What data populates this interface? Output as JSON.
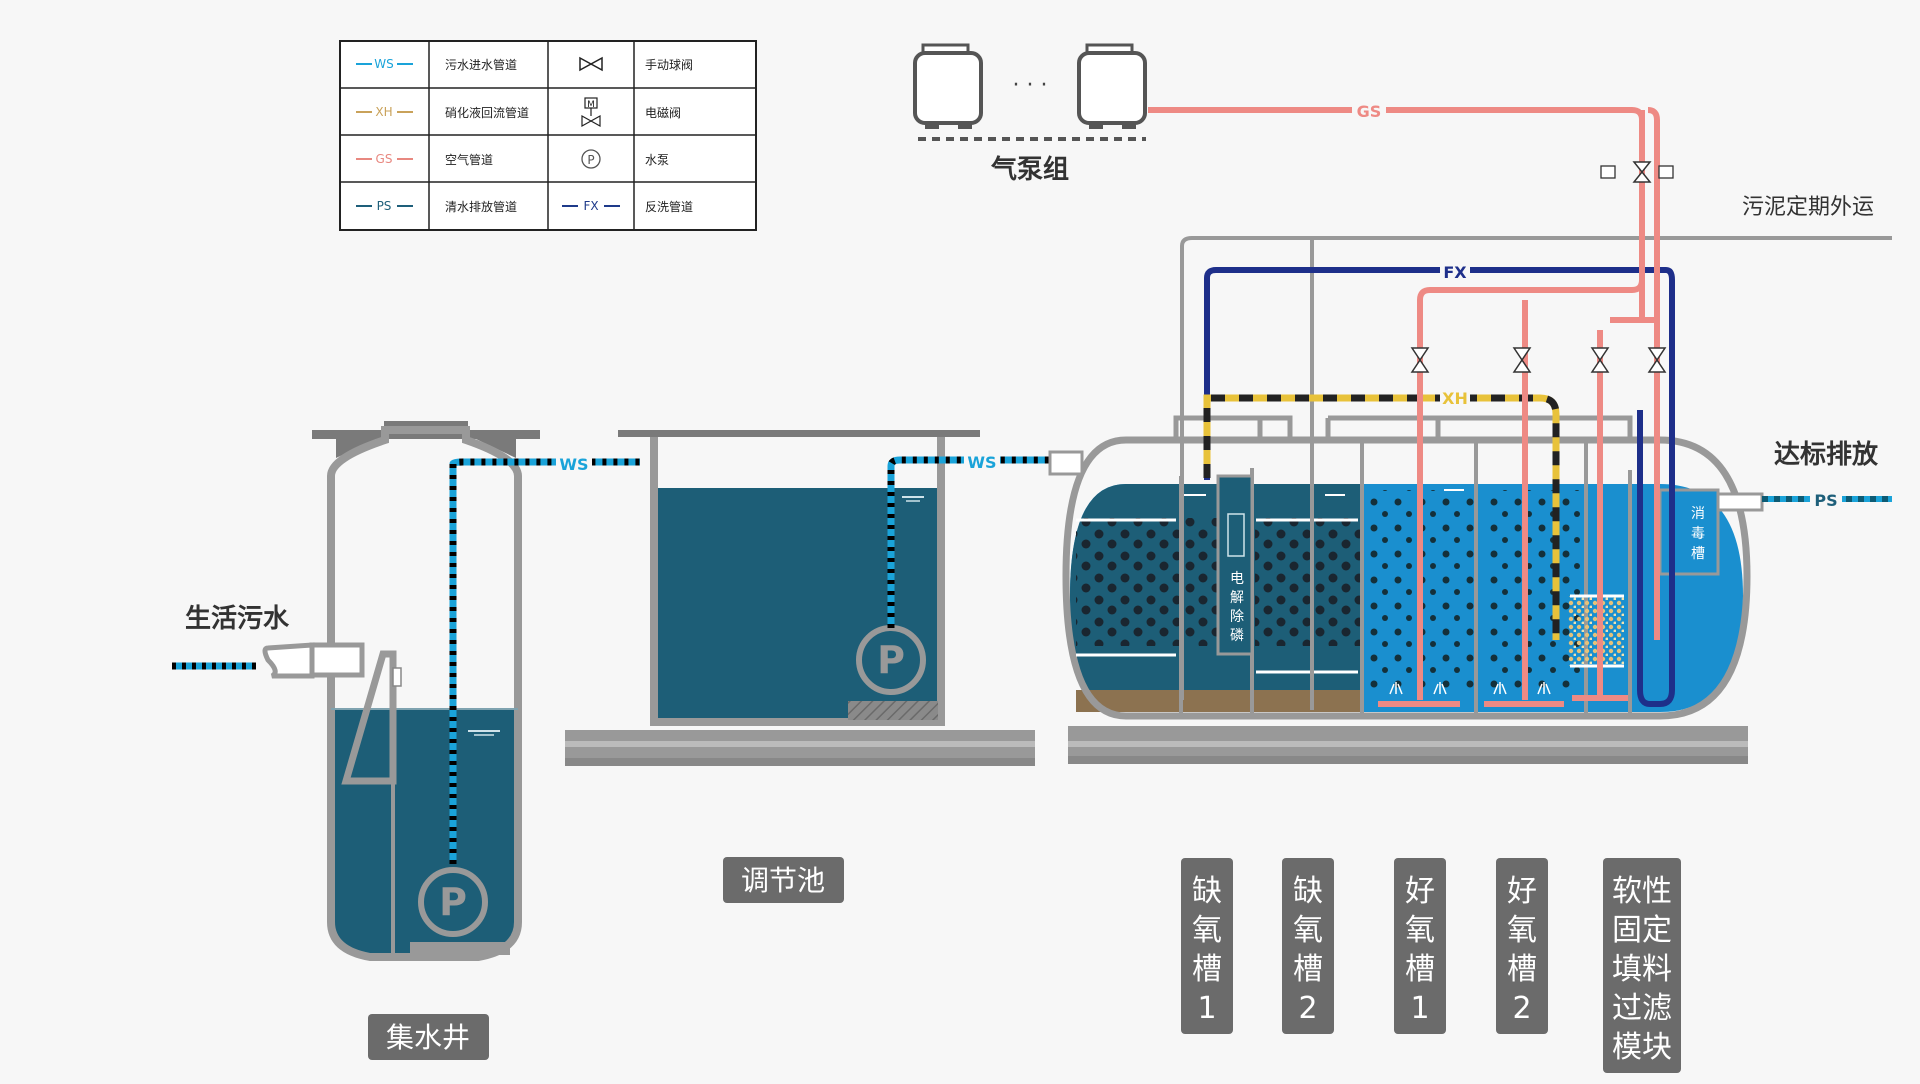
{
  "legend": {
    "rows": [
      {
        "code": "WS",
        "code_color": "#1aa3d9",
        "name": "污水进水管道",
        "sym": "manual-ball-valve",
        "sym_name": "手动球阀"
      },
      {
        "code": "XH",
        "code_color": "#c9a25a",
        "name": "硝化液回流管道",
        "sym": "solenoid-valve",
        "sym_name": "电磁阀"
      },
      {
        "code": "GS",
        "code_color": "#e88880",
        "name": "空气管道",
        "sym": "water-pump",
        "sym_name": "水泵"
      },
      {
        "code": "PS",
        "code_color": "#1e5f7a",
        "name": "清水排放管道",
        "sym": "backwash-pipe",
        "sym_code": "FX",
        "sym_code_color": "#1e3a8a",
        "sym_name": "反洗管道"
      }
    ],
    "pump_symbol": "P",
    "solenoid_symbol": "M"
  },
  "labels": {
    "air_pump_group": "气泵组",
    "sludge": "污泥定期外运",
    "domestic_sewage": "生活污水",
    "discharge": "达标排放",
    "collection_well": "集水井",
    "regulating_pool": "调节池",
    "electro_phosphorus": "电解除磷",
    "disinfection": "消毒槽",
    "ellipsis": "· · ·",
    "pump_letter": "P"
  },
  "pipe_tags": {
    "ws": "WS",
    "gs": "GS",
    "fx": "FX",
    "xh": "XH",
    "ps": "PS"
  },
  "tanks": [
    {
      "id": "anoxic-1",
      "text": "缺氧槽1"
    },
    {
      "id": "anoxic-2",
      "text": "缺氧槽2"
    },
    {
      "id": "aerobic-1",
      "text": "好氧槽1"
    },
    {
      "id": "aerobic-2",
      "text": "好氧槽2"
    },
    {
      "id": "filter",
      "text": "软性固定填料过滤模块"
    }
  ],
  "colors": {
    "ws": "#1aa3d9",
    "xh": "#e8c23a",
    "gs": "#ee8a84",
    "fx": "#1e2f8a",
    "ps": "#1aa3d9",
    "tank_dark": "#1d5e77",
    "tank_light": "#1a8fcf",
    "label_box": "#6b6b6b",
    "structure": "#9a9a9a"
  }
}
